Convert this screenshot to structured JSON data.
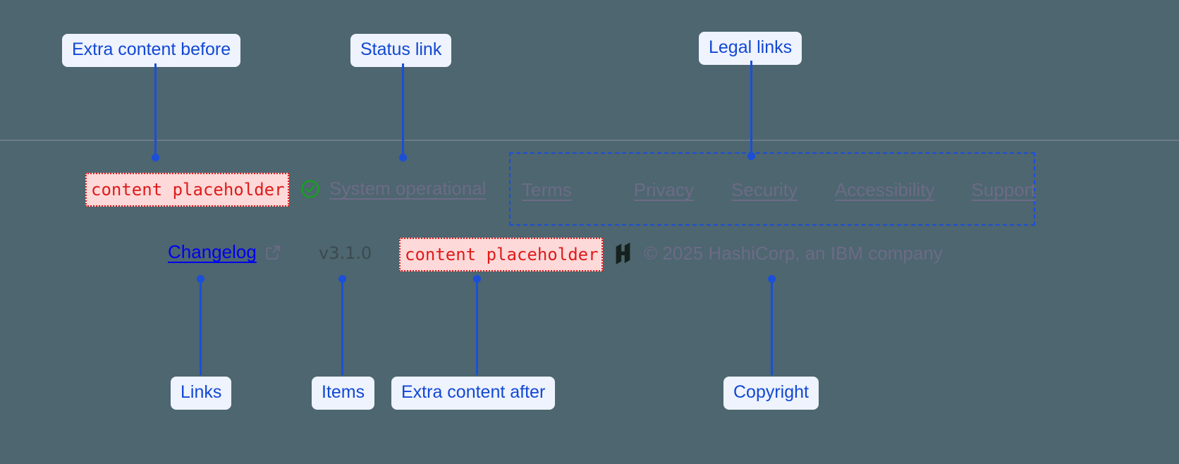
{
  "page": {
    "background_color": "#4d6670",
    "divider_color": "#b4aabe",
    "annotation_color": "#1b4fd8",
    "annotation_bg": "#eef3fd",
    "placeholder_color": "#e01b1b",
    "placeholder_bg": "#fdd9d9",
    "link_color": "#6d6b86",
    "status_ok_color": "#17a01f"
  },
  "annotations": {
    "extra_before": "Extra content before",
    "status_link": "Status link",
    "legal_links": "Legal links",
    "links": "Links",
    "items": "Items",
    "extra_after": "Extra content after",
    "copyright": "Copyright"
  },
  "footer": {
    "extra_before_slot": {
      "text": "content placeholder"
    },
    "status": {
      "icon": "check-circle-icon",
      "label": "System operational"
    },
    "legal": {
      "links": [
        {
          "label": "Terms"
        },
        {
          "label": "Privacy"
        },
        {
          "label": "Security"
        },
        {
          "label": "Accessibility"
        },
        {
          "label": "Support"
        }
      ]
    },
    "changelog": {
      "label": "Changelog",
      "icon": "external-link-icon"
    },
    "version": "v3.1.0",
    "extra_after_slot": {
      "text": "content placeholder"
    },
    "copyright": {
      "logo": "hashicorp-logo",
      "text": "© 2025 HashiCorp, an IBM company"
    }
  }
}
